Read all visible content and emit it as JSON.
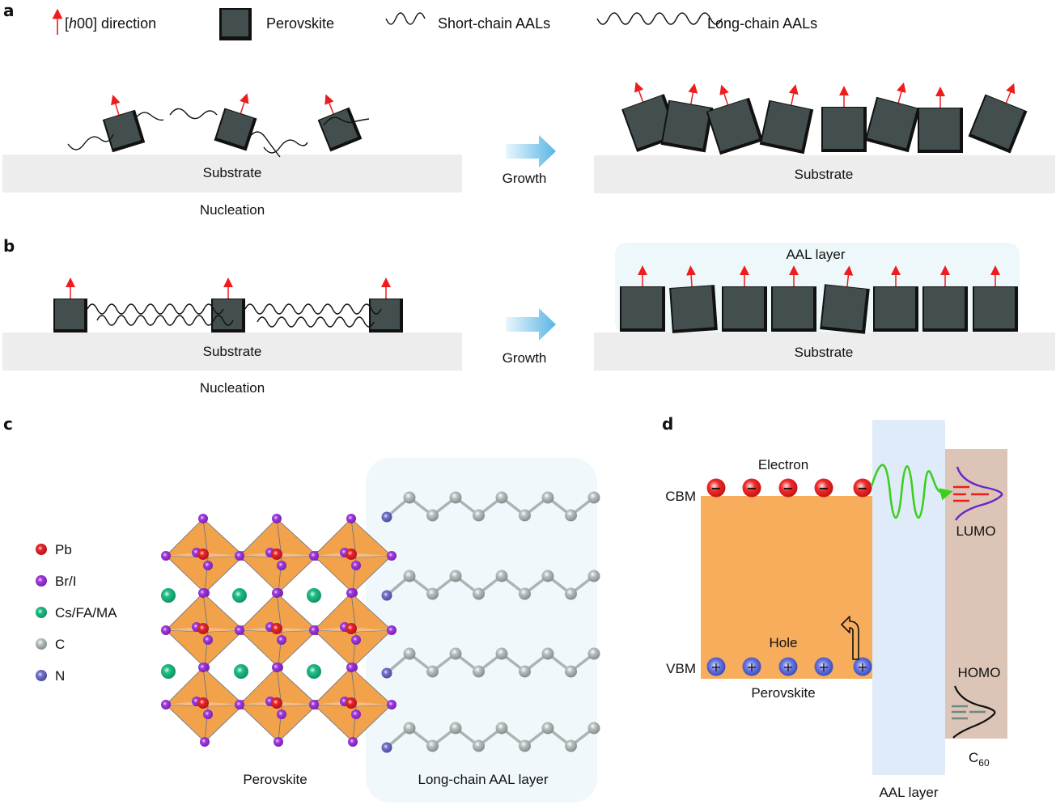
{
  "panels": {
    "a": {
      "label": "a",
      "legend": [
        {
          "icon": "red-arrow-icon",
          "text_prefix": "[",
          "text_italic": "h",
          "text_suffix": "00] direction"
        },
        {
          "icon": "perovskite-cube-icon",
          "text": "Perovskite"
        },
        {
          "icon": "short-wave-icon",
          "text": "Short-chain AALs"
        },
        {
          "icon": "long-wave-icon",
          "text": "Long-chain AALs"
        }
      ],
      "left_substrate": "Substrate",
      "left_caption": "Nucleation",
      "growth": "Growth",
      "right_substrate": "Substrate",
      "nucleation_crystal_count": 3,
      "grown_crystal_count": 8
    },
    "b": {
      "label": "b",
      "left_substrate": "Substrate",
      "left_caption": "Nucleation",
      "growth": "Growth",
      "right_substrate": "Substrate",
      "aal_layer": "AAL layer",
      "nucleation_crystal_count": 3,
      "grown_crystal_count": 8
    },
    "c": {
      "label": "c",
      "legend": [
        {
          "name": "Pb",
          "color": "#e8262b"
        },
        {
          "name": "Br/I",
          "color": "#a03be0"
        },
        {
          "name": "Cs/FA/MA",
          "color": "#1fbf85"
        },
        {
          "name": "C",
          "color": "#aab5b3"
        },
        {
          "name": "N",
          "color": "#7474c8"
        }
      ],
      "perovskite_caption": "Perovskite",
      "aal_caption": "Long-chain AAL layer",
      "octahedra_colour": "#f2a24a"
    },
    "d": {
      "label": "d",
      "electron": "Electron",
      "cbm": "CBM",
      "hole": "Hole",
      "vbm": "VBM",
      "perovskite": "Perovskite",
      "lumo": "LUMO",
      "homo": "HOMO",
      "c60_base": "C",
      "c60_sub": "60",
      "aal_layer": "AAL layer",
      "electron_symbol": "−",
      "hole_symbol": "+",
      "electron_count": 5,
      "hole_count": 5,
      "colors": {
        "perovskite": "#f7ad5c",
        "aal": "#dfebf8",
        "c60": "#dcc5b6",
        "tunnel": "#3ccf1e",
        "lumo_curve": "#6a26c9",
        "lumo_levels": "#ee1c1c",
        "homo_levels": "#6f8785"
      }
    }
  }
}
